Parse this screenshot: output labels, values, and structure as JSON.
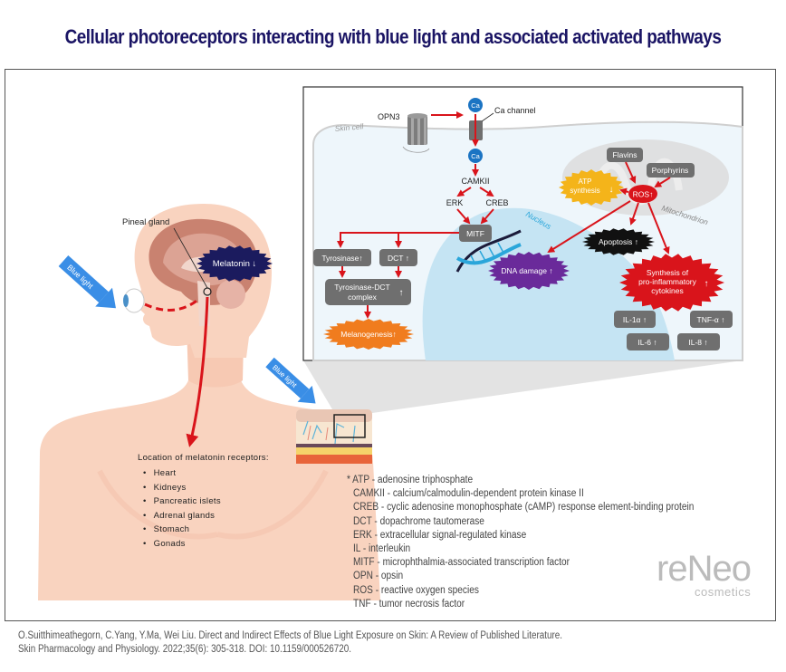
{
  "title": "Cellular photoreceptors interacting with blue light and associated activated pathways",
  "human_figure": {
    "blue_light_eye_label": "Blue light",
    "blue_light_skin_label": "Blue light",
    "pineal_gland_label": "Pineal gland",
    "melatonin_label": "Melatonin",
    "melatonin_arrow": "↓",
    "receptors_heading": "Location of melatonin receptors:",
    "receptors": [
      "Heart",
      "Kidneys",
      "Pancreatic islets",
      "Adrenal glands",
      "Stomach",
      "Gonads"
    ]
  },
  "cell_panel": {
    "skin_cell_label": "Skin cell",
    "opn3_label": "OPN3",
    "ca_label": "Ca",
    "ca_channel_label": "Ca channel",
    "camkii_label": "CAMKII",
    "erk_label": "ERK",
    "creb_label": "CREB",
    "mitf_label": "MITF",
    "nucleus_label": "Nucleus",
    "tyrosinase_label": "Tyrosinase",
    "dct_label": "DCT",
    "complex_line1": "Tyrosinase-DCT",
    "complex_line2": "complex",
    "melanogenesis_label": "Melanogenesis",
    "dna_damage_label": "DNA damage",
    "flavins_label": "Flavins",
    "porphyrins_label": "Porphyrins",
    "atp_line1": "ATP",
    "atp_line2": "synthesis",
    "ros_label": "ROS",
    "mitochondrion_label": "Mitochondrion",
    "apoptosis_label": "Apoptosis",
    "cytokines_line1": "Synthesis of",
    "cytokines_line2": "pro-inflammatory",
    "cytokines_line3": "cytokines",
    "il1a_label": "IL-1α",
    "tnfa_label": "TNF-α",
    "il6_label": "IL-6",
    "il8_label": "IL-8",
    "up_arrow": "↑",
    "down_arrow": "↓"
  },
  "abbreviations": [
    "* ATP - adenosine triphosphate",
    "CAMKII - calcium/calmodulin-dependent protein kinase II",
    "CREB - cyclic adenosine monophosphate (cAMP) response element-binding protein",
    "DCT - dopachrome tautomerase",
    "ERK - extracellular signal-regulated kinase",
    "IL - interleukin",
    "MITF - microphthalmia-associated transcription factor",
    "OPN - opsin",
    "ROS - reactive oxygen species",
    "TNF - tumor necrosis factor"
  ],
  "logo": {
    "word": "reNeo",
    "sub": "cosmetics"
  },
  "citation": {
    "line1": "O.Suitthimeathegorn, C.Yang, Y.Ma, Wei Liu. Direct and Indirect Effects of Blue Light Exposure on Skin: A Review of Published Literature.",
    "line2": "Skin Pharmacology and Physiology. 2022;35(6): 305-318. DOI: 10.1159/000526720."
  },
  "colors": {
    "title": "#1a1464",
    "arrow_red": "#d9141b",
    "blue_light": "#3a8ee6",
    "grey_box": "#6f6f6f",
    "melanogenesis": "#f07c1e",
    "atp": "#f4b41a",
    "dna_damage": "#6a2a9a",
    "apoptosis": "#111111",
    "cytokines": "#d9141b",
    "melatonin": "#1b1b5e",
    "skin": "#f9d3bf",
    "nucleus": "#c5e4f3"
  }
}
